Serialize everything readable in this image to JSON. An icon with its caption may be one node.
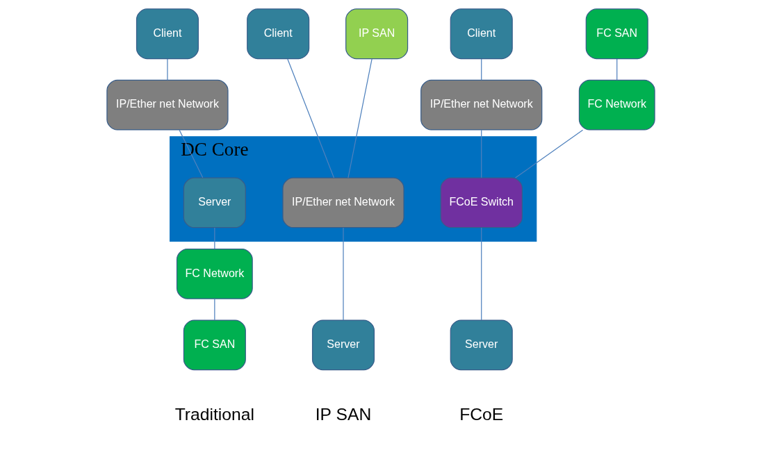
{
  "diagram": {
    "nodes": [
      {
        "text": [
          "DC Core"
        ]
      },
      {
        "text": [
          "Client"
        ]
      },
      {
        "text": [
          "IP/Ether net Network"
        ]
      },
      {
        "text": [
          "Server"
        ],
        "in": 0
      },
      {
        "text": [
          "FC Network"
        ]
      },
      {
        "text": [
          "FC SAN"
        ]
      },
      {
        "text": [
          "Client"
        ]
      },
      {
        "text": [
          "IP SAN"
        ]
      },
      {
        "text": [
          "IP/Ether net Network"
        ],
        "in": 0
      },
      {
        "text": [
          "Server"
        ]
      },
      {
        "text": [
          "Client"
        ]
      },
      {
        "text": [
          "FC SAN"
        ]
      },
      {
        "text": [
          "IP/Ether net Network"
        ]
      },
      {
        "text": [
          "FC Network"
        ]
      },
      {
        "text": [
          "FCoE Switch"
        ],
        "in": 0
      },
      {
        "text": [
          "Server"
        ]
      }
    ],
    "edges": [
      {
        "from": 1,
        "to": 2,
        "arrow": "none"
      },
      {
        "from": 2,
        "to": 3,
        "arrow": "none"
      },
      {
        "from": 3,
        "to": 4,
        "arrow": "none"
      },
      {
        "from": 4,
        "to": 5,
        "arrow": "none"
      },
      {
        "from": 6,
        "to": 8,
        "arrow": "none"
      },
      {
        "from": 7,
        "to": 8,
        "arrow": "none"
      },
      {
        "from": 8,
        "to": 9,
        "arrow": "none"
      },
      {
        "from": 10,
        "to": 12,
        "arrow": "none"
      },
      {
        "from": 11,
        "to": 13,
        "arrow": "none"
      },
      {
        "from": 12,
        "to": 14,
        "arrow": "none"
      },
      {
        "from": 13,
        "to": 14,
        "arrow": "none"
      },
      {
        "from": 14,
        "to": 15,
        "arrow": "none"
      }
    ],
    "labels": [
      "Traditional",
      "IP SAN",
      "FCoE"
    ]
  }
}
